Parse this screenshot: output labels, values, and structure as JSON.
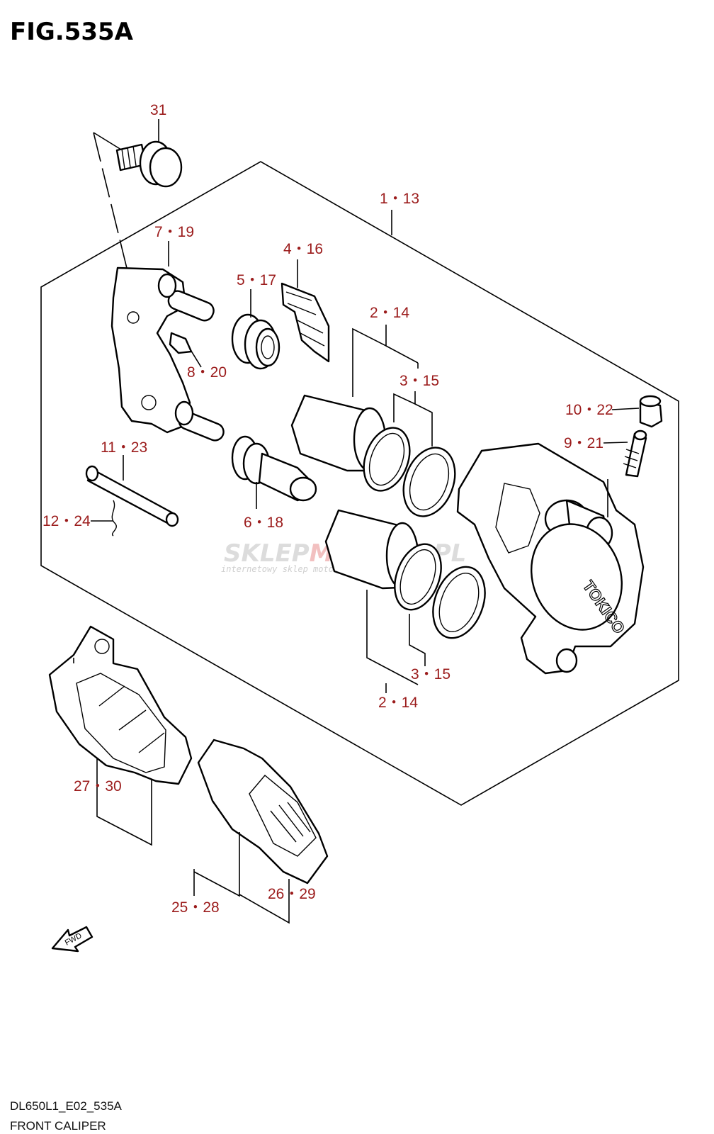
{
  "figure": {
    "title": "FIG.535A",
    "model_code": "DL650L1_E02_535A",
    "caption": "FRONT CALIPER",
    "fwd_label": "FWD"
  },
  "callouts": [
    {
      "id": "c31",
      "label": "31"
    },
    {
      "id": "c1",
      "label": "1・13"
    },
    {
      "id": "c7",
      "label": "7・19"
    },
    {
      "id": "c4",
      "label": "4・16"
    },
    {
      "id": "c5",
      "label": "5・17"
    },
    {
      "id": "c2a",
      "label": "2・14"
    },
    {
      "id": "c8",
      "label": "8・20"
    },
    {
      "id": "c3a",
      "label": "3・15"
    },
    {
      "id": "c10",
      "label": "10・22"
    },
    {
      "id": "c9",
      "label": "9・21"
    },
    {
      "id": "c11",
      "label": "11・23"
    },
    {
      "id": "c12",
      "label": "12・24"
    },
    {
      "id": "c6",
      "label": "6・18"
    },
    {
      "id": "c3b",
      "label": "3・15"
    },
    {
      "id": "c2b",
      "label": "2・14"
    },
    {
      "id": "c27",
      "label": "27・30"
    },
    {
      "id": "c26",
      "label": "26・29"
    },
    {
      "id": "c25",
      "label": "25・28"
    }
  ],
  "watermark": {
    "brand_part1": "SKLEP",
    "brand_part2": "MOTO",
    "brand_part3": "48",
    "brand_part4": ".PL",
    "tagline": "internetowy sklep motocyklowy"
  },
  "caliper_marking": "TOKICO"
}
